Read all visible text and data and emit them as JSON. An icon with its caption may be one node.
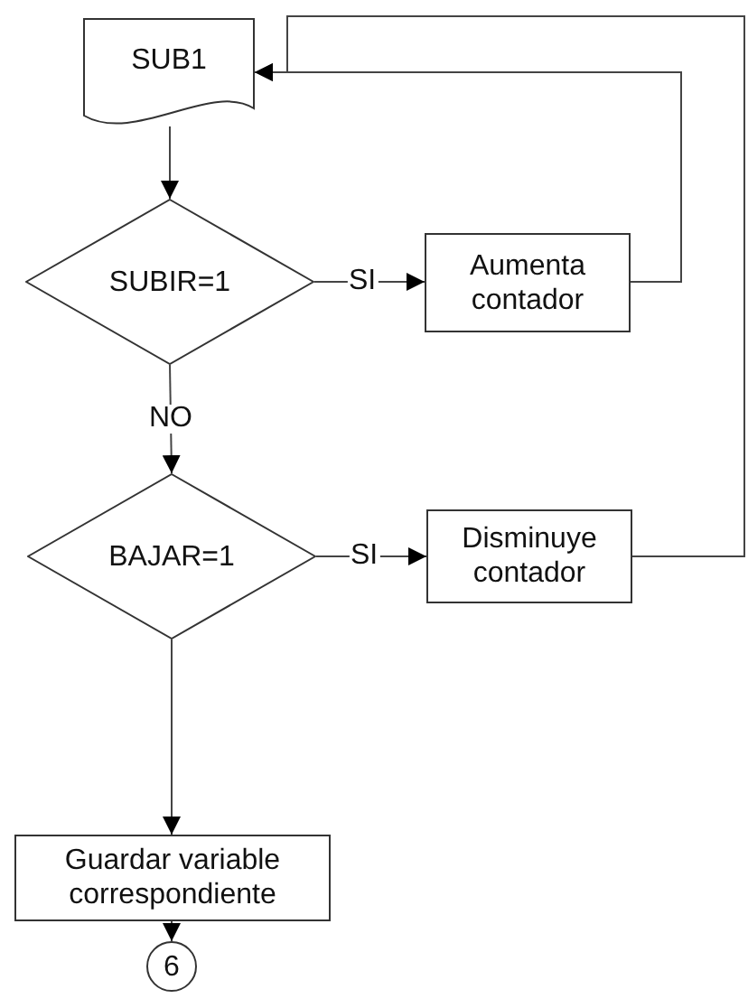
{
  "diagram": {
    "nodes": [
      {
        "text": [
          "SUB1"
        ]
      },
      {
        "text": [
          "SUBIR=1"
        ]
      },
      {
        "text": [
          "Aumenta contador"
        ]
      },
      {
        "text": [
          "BAJAR=1"
        ]
      },
      {
        "text": [
          "Disminuye contador"
        ]
      },
      {
        "text": [
          "Guardar variable correspondiente"
        ]
      },
      {
        "text": [
          "6"
        ]
      }
    ],
    "edges": [
      {
        "from": 0,
        "to": 1,
        "arrow": "to"
      },
      {
        "from": 1,
        "to": 2,
        "arrow": "to",
        "label": "SI"
      },
      {
        "from": 2,
        "to": 0,
        "arrow": "to"
      },
      {
        "from": 1,
        "to": 3,
        "arrow": "to",
        "label": "NO"
      },
      {
        "from": 3,
        "to": 4,
        "arrow": "to",
        "label": "SI"
      },
      {
        "from": 4,
        "to": 0,
        "arrow": "to"
      },
      {
        "from": 3,
        "to": 5,
        "arrow": "to"
      },
      {
        "from": 5,
        "to": 6,
        "arrow": "to"
      }
    ]
  }
}
